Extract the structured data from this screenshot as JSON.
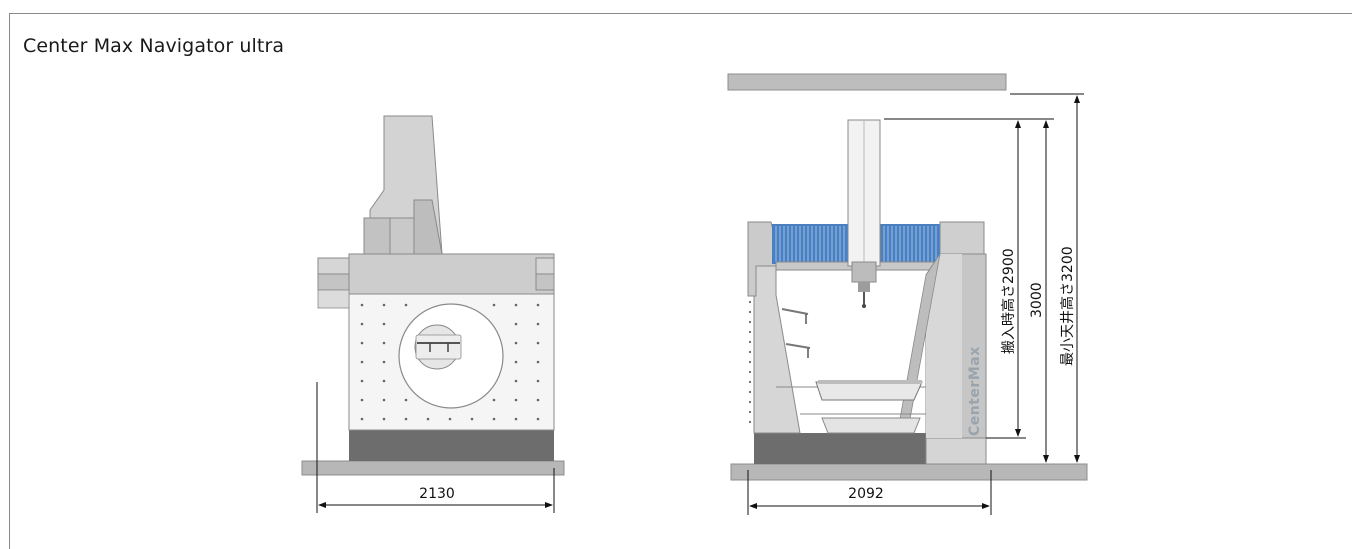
{
  "title": "Center Max Navigator ultra",
  "front_view": {
    "width_label": "2130"
  },
  "side_view": {
    "width_label": "2092",
    "carry_in_height_label": "搬入時高さ2900",
    "height_label": "3000",
    "min_ceiling_label": "最小天井高さ3200",
    "brand_label": "CenterMax"
  }
}
